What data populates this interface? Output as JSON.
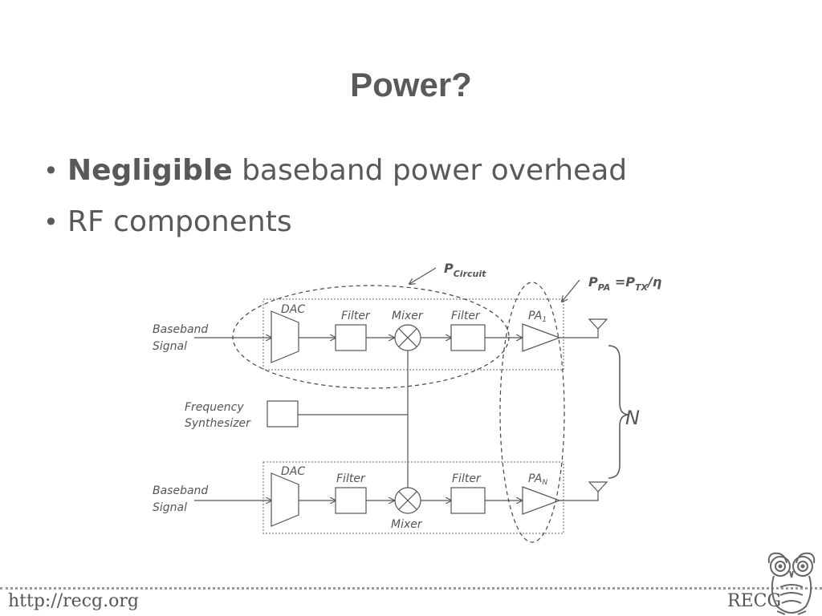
{
  "slide": {
    "title": "Power?",
    "bullets": [
      {
        "bold": "Negligible",
        "text": " baseband power overhead"
      },
      {
        "bold": "",
        "text": "RF components"
      }
    ]
  },
  "diagram": {
    "input_label_1": "Baseband",
    "input_label_2": "Signal",
    "synth_label_1": "Frequency",
    "synth_label_2": "Synthesizer",
    "dac": "DAC",
    "filter": "Filter",
    "mixer": "Mixer",
    "pa_top": "PA",
    "pa_top_sub": "1",
    "pa_bottom": "PA",
    "pa_bottom_sub": "N",
    "p_circuit": "P",
    "p_circuit_sub": "Circuit",
    "p_pa": "P",
    "p_pa_sub": "PA",
    "p_pa_eq": " =P",
    "p_tx_sub": "TX",
    "p_pa_div": "/η",
    "n_label": "N"
  },
  "footer": {
    "url": "http://recg.org",
    "brand": "RECG"
  }
}
